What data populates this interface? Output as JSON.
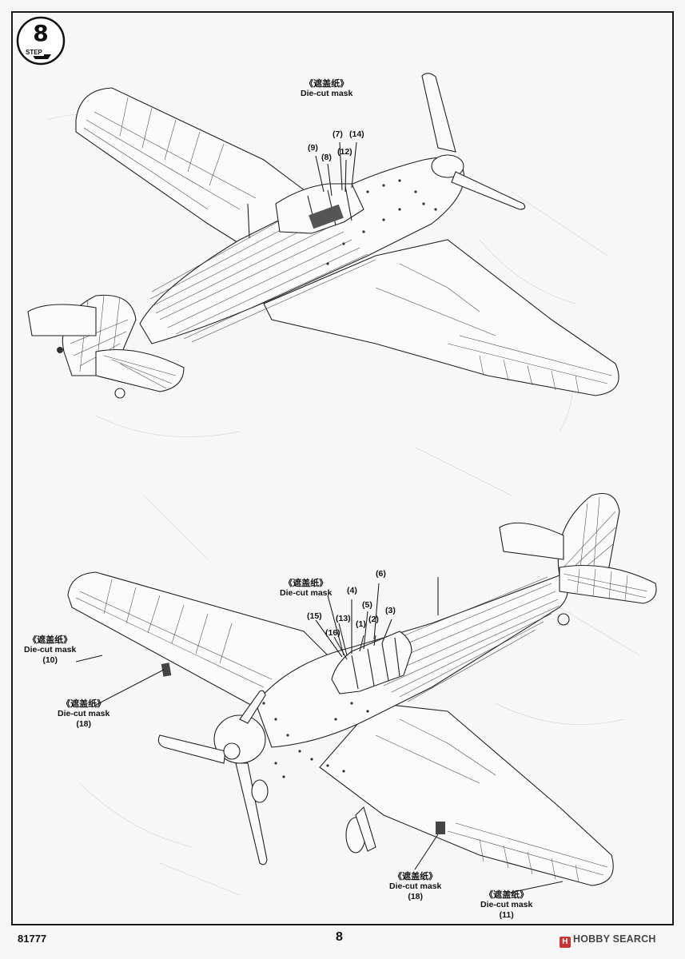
{
  "step": {
    "number": "8",
    "label": "STEP"
  },
  "top_view": {
    "mask_callout": {
      "cn": "《遮盖纸》",
      "en": "Die-cut mask"
    },
    "parts": [
      "(9)",
      "(8)",
      "(7)",
      "(12)",
      "(14)"
    ]
  },
  "bottom_view": {
    "mask_center": {
      "cn": "《遮盖纸》",
      "en": "Die-cut mask"
    },
    "mask_left_10": {
      "cn": "《遮盖纸》",
      "en": "Die-cut mask",
      "num": "(10)"
    },
    "mask_left_18": {
      "cn": "《遮盖纸》",
      "en": "Die-cut mask",
      "num": "(18)"
    },
    "mask_bottom_18": {
      "cn": "《遮盖纸》",
      "en": "Die-cut mask",
      "num": "(18)"
    },
    "mask_bottom_11": {
      "cn": "《遮盖纸》",
      "en": "Die-cut mask",
      "num": "(11)"
    },
    "parts": [
      "(6)",
      "(4)",
      "(5)",
      "(15)",
      "(13)",
      "(1)",
      "(2)",
      "(3)",
      "(16)"
    ]
  },
  "footer": {
    "code": "81777",
    "page": "8",
    "watermark": "HOBBY SEARCH"
  }
}
